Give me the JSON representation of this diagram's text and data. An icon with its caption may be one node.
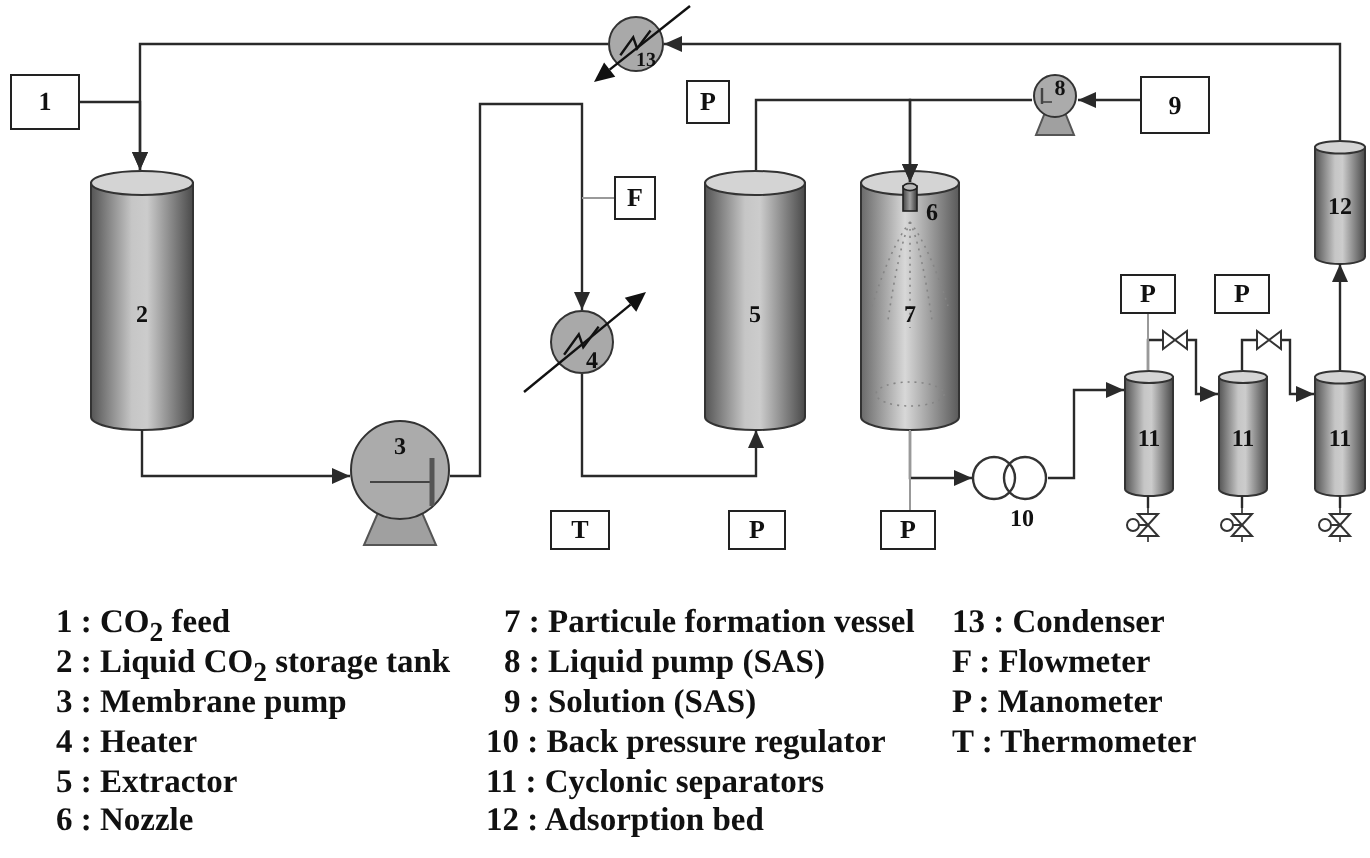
{
  "diagram": {
    "nodes": [
      {
        "text": [
          "13"
        ]
      },
      {
        "text": [
          "1"
        ]
      },
      {
        "text": [
          "P"
        ]
      },
      {
        "text": [
          "8"
        ]
      },
      {
        "text": [
          "9"
        ]
      },
      {
        "text": [
          "F"
        ]
      },
      {
        "text": [
          "2"
        ]
      },
      {
        "text": [
          "5"
        ]
      },
      {
        "text": [
          "7"
        ]
      },
      {
        "text": [
          "6"
        ],
        "in": 8
      },
      {
        "text": [
          "12"
        ]
      },
      {
        "text": [
          "4"
        ]
      },
      {
        "text": [
          "P"
        ]
      },
      {
        "text": [
          "P"
        ]
      },
      {
        "text": [],
        "shape": "valve"
      },
      {
        "text": [],
        "shape": "valve"
      },
      {
        "text": [
          "11"
        ]
      },
      {
        "text": [
          "11"
        ]
      },
      {
        "text": [
          "11"
        ]
      },
      {
        "text": [
          "3"
        ]
      },
      {
        "text": [
          "10"
        ]
      },
      {
        "text": [],
        "shape": "valve"
      },
      {
        "text": [],
        "shape": "valve"
      },
      {
        "text": [],
        "shape": "valve"
      },
      {
        "text": [
          "T"
        ]
      },
      {
        "text": [
          "P"
        ]
      },
      {
        "text": [
          "P"
        ]
      }
    ],
    "edges": [
      {
        "from": 1,
        "to": 6,
        "arrow": "to"
      },
      {
        "from": 0,
        "to": 6,
        "arrow": "to"
      },
      {
        "from": 6,
        "to": 19,
        "arrow": "to"
      },
      {
        "from": 19,
        "to": 11,
        "arrow": "to"
      },
      {
        "from": 5,
        "to": null,
        "arrow": "none",
        "color": "#999999"
      },
      {
        "from": 11,
        "to": 7,
        "arrow": "to"
      },
      {
        "from": 7,
        "to": 9,
        "arrow": "to"
      },
      {
        "from": 3,
        "to": 9,
        "arrow": "to"
      },
      {
        "from": 4,
        "to": 3,
        "arrow": "to"
      },
      {
        "from": 8,
        "to": 20,
        "arrow": "to"
      },
      {
        "from": 20,
        "to": 16,
        "arrow": "to"
      },
      {
        "from": 16,
        "to": 14,
        "arrow": "none"
      },
      {
        "from": 14,
        "to": 17,
        "arrow": "to"
      },
      {
        "from": 17,
        "to": 15,
        "arrow": "none"
      },
      {
        "from": 15,
        "to": 18,
        "arrow": "to"
      },
      {
        "from": 18,
        "to": 10,
        "arrow": "to"
      },
      {
        "from": 10,
        "to": 0,
        "arrow": "to"
      },
      {
        "from": 16,
        "to": 12,
        "arrow": "none",
        "color": "#999999"
      },
      {
        "from": 8,
        "to": 26,
        "arrow": "none",
        "color": "#999999"
      },
      {
        "from": 16,
        "to": 21,
        "arrow": "none"
      },
      {
        "from": 17,
        "to": 22,
        "arrow": "none"
      },
      {
        "from": 18,
        "to": 23,
        "arrow": "none"
      }
    ],
    "labels": [
      "1 : CO$_{2}$ feed",
      "2 : Liquid CO$_{2}$ storage tank",
      "3 : Membrane pump",
      "4 : Heater",
      "5 : Extractor",
      "6 : Nozzle",
      "7 : Particule formation vessel",
      "8 : Liquid pump (SAS)",
      "9 : Solution (SAS)",
      "10 : Back pressure regulator",
      "11 : Cyclonic separators",
      "12 : Adsorption bed",
      "13 : Condenser",
      "F : Flowmeter",
      "P : Manometer",
      "T : Thermometer"
    ]
  }
}
